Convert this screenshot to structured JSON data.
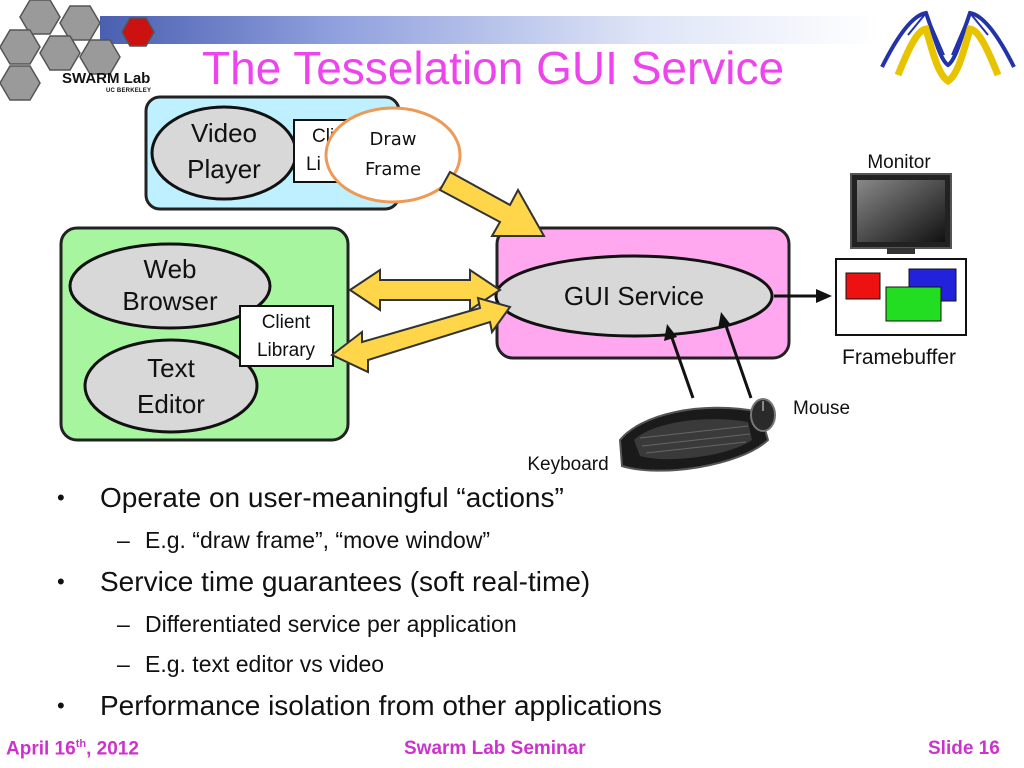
{
  "header": {
    "title": "The Tesselation GUI Service",
    "logo_text": "SWARM Lab",
    "logo_subtext": "UC BERKELEY"
  },
  "diagram": {
    "video_player": "Video\nPlayer",
    "video_client_partial": "Cli\nLi",
    "draw_frame": "Draw\nFrame",
    "web_browser": "Web\nBrowser",
    "text_editor": "Text\nEditor",
    "client_library": "Client\nLibrary",
    "gui_service": "GUI Service",
    "monitor": "Monitor",
    "framebuffer": "Framebuffer",
    "mouse": "Mouse",
    "keyboard": "Keyboard"
  },
  "bullets": [
    {
      "level": 1,
      "text": "Operate on user-meaningful “actions”"
    },
    {
      "level": 2,
      "text": "E.g. “draw frame”, “move window”"
    },
    {
      "level": 1,
      "text": "Service time guarantees (soft real-time)"
    },
    {
      "level": 2,
      "text": "Differentiated service per application"
    },
    {
      "level": 2,
      "text": "E.g. text editor vs video"
    },
    {
      "level": 1,
      "text": "Performance isolation from other applications"
    }
  ],
  "footer": {
    "date_prefix": "April 16",
    "date_sup": "th",
    "date_suffix": ", 2012",
    "center": "Swarm Lab Seminar",
    "slide": "Slide 16"
  },
  "colors": {
    "title": "#ee44ee",
    "footer": "#cc33cc",
    "video_box": "#bff0ff",
    "app_box": "#a8f5a0",
    "gui_box": "#ffa8f0",
    "arrow_fill": "#ffd54a"
  }
}
